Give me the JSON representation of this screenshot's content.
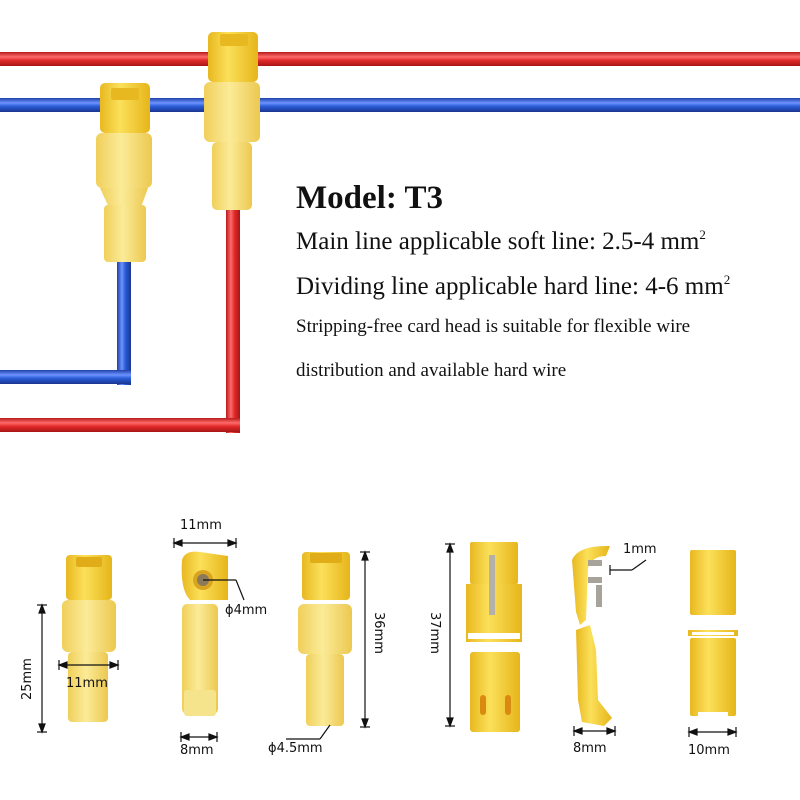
{
  "product": {
    "model_label": "Model: T3",
    "specs": [
      {
        "text": "Main line applicable soft line: 2.5-4 mm",
        "sup": "2"
      },
      {
        "text": "Dividing line applicable hard line: 4-6 mm",
        "sup": "2"
      }
    ],
    "description_lines": [
      "Stripping-free card head is suitable for flexible wire",
      "distribution and available hard wire"
    ]
  },
  "colors": {
    "wire_red": "#e02a2a",
    "wire_blue": "#2a5bd7",
    "connector_yellow": "#f7d23a",
    "connector_pale": "#f8e27a",
    "background": "#ffffff",
    "text": "#111111"
  },
  "dimensions": {
    "view1": {
      "height": "25mm",
      "width": "11mm"
    },
    "view2": {
      "top_width": "11mm",
      "hole_diameter": "ϕ4mm",
      "bottom_width": "8mm"
    },
    "view3": {
      "height": "36mm",
      "tip_diameter": "ϕ4.5mm"
    },
    "view4": {
      "height": "37mm"
    },
    "view5": {
      "blade_gap": "1mm",
      "bottom_width": "8mm"
    },
    "view6": {
      "bottom_width": "10mm"
    }
  }
}
